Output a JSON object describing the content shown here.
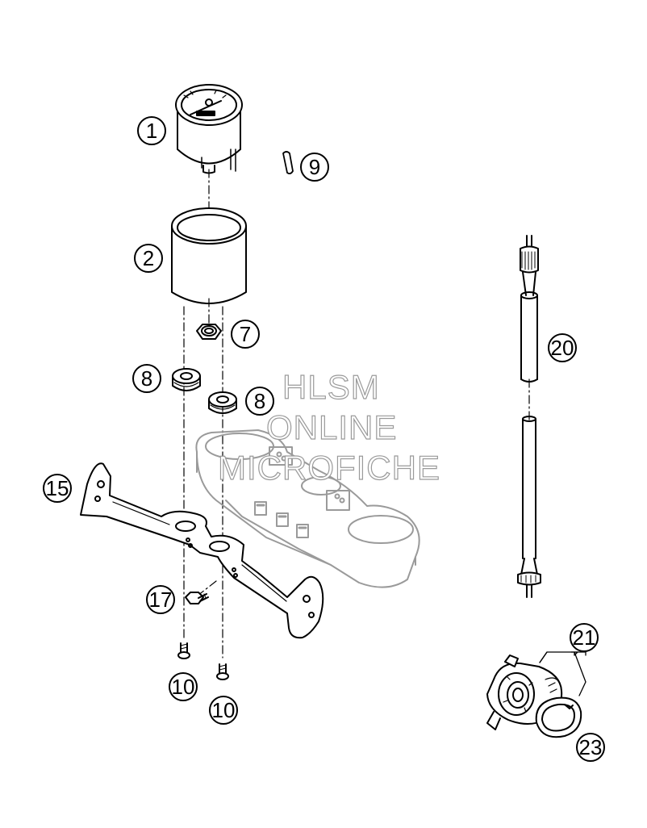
{
  "watermark": {
    "line1": "HLSM",
    "line2": "ONLINE",
    "line3": "MICROFICHE"
  },
  "callouts": {
    "c1": "1",
    "c2": "2",
    "c7": "7",
    "c8a": "8",
    "c8b": "8",
    "c9": "9",
    "c10a": "10",
    "c10b": "10",
    "c15": "15",
    "c17": "17",
    "c20": "20",
    "c21": "21",
    "c23": "23"
  },
  "colors": {
    "line": "#000000",
    "background": "#ffffff",
    "watermark_outline": "#9a9a9a"
  }
}
